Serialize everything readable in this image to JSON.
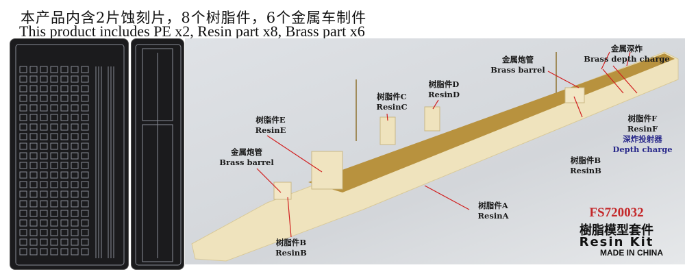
{
  "header": {
    "title_cn": "本产品内含2片蚀刻片，8个树脂件，6个金属车制件",
    "title_en": "This product includes PE x2, Resin part x8, Brass part x6"
  },
  "labels": {
    "depth_charge_brass": {
      "cn": "金属深炸",
      "en": "Brass depth charge"
    },
    "brass_barrel_rear": {
      "cn": "金属炮管",
      "en": "Brass barrel"
    },
    "resin_d": {
      "cn": "树脂件D",
      "en": "ResinD"
    },
    "resin_c": {
      "cn": "树脂件C",
      "en": "ResinC"
    },
    "resin_e": {
      "cn": "树脂件E",
      "en": "ResinE"
    },
    "brass_barrel_front": {
      "cn": "金属炮管",
      "en": "Brass barrel"
    },
    "resin_f": {
      "cn": "树脂件F",
      "en": "ResinF",
      "sub_cn": "深炸投射器",
      "sub_en": "Depth charge"
    },
    "resin_b_rear": {
      "cn": "树脂件B",
      "en": "ResinB"
    },
    "resin_a": {
      "cn": "树脂件A",
      "en": "ResinA"
    },
    "resin_b_front": {
      "cn": "树脂件B",
      "en": "ResinB"
    }
  },
  "product": {
    "code": "FS720032",
    "kit_cn": "樹脂模型套件",
    "kit_en": "Resin Kit",
    "origin": "MADE IN CHINA"
  },
  "colors": {
    "code": "#c4282a",
    "sub_label": "#28288a",
    "leader": "#d11e1e",
    "resin": "#efe3bd",
    "brass": "#b8923e"
  }
}
